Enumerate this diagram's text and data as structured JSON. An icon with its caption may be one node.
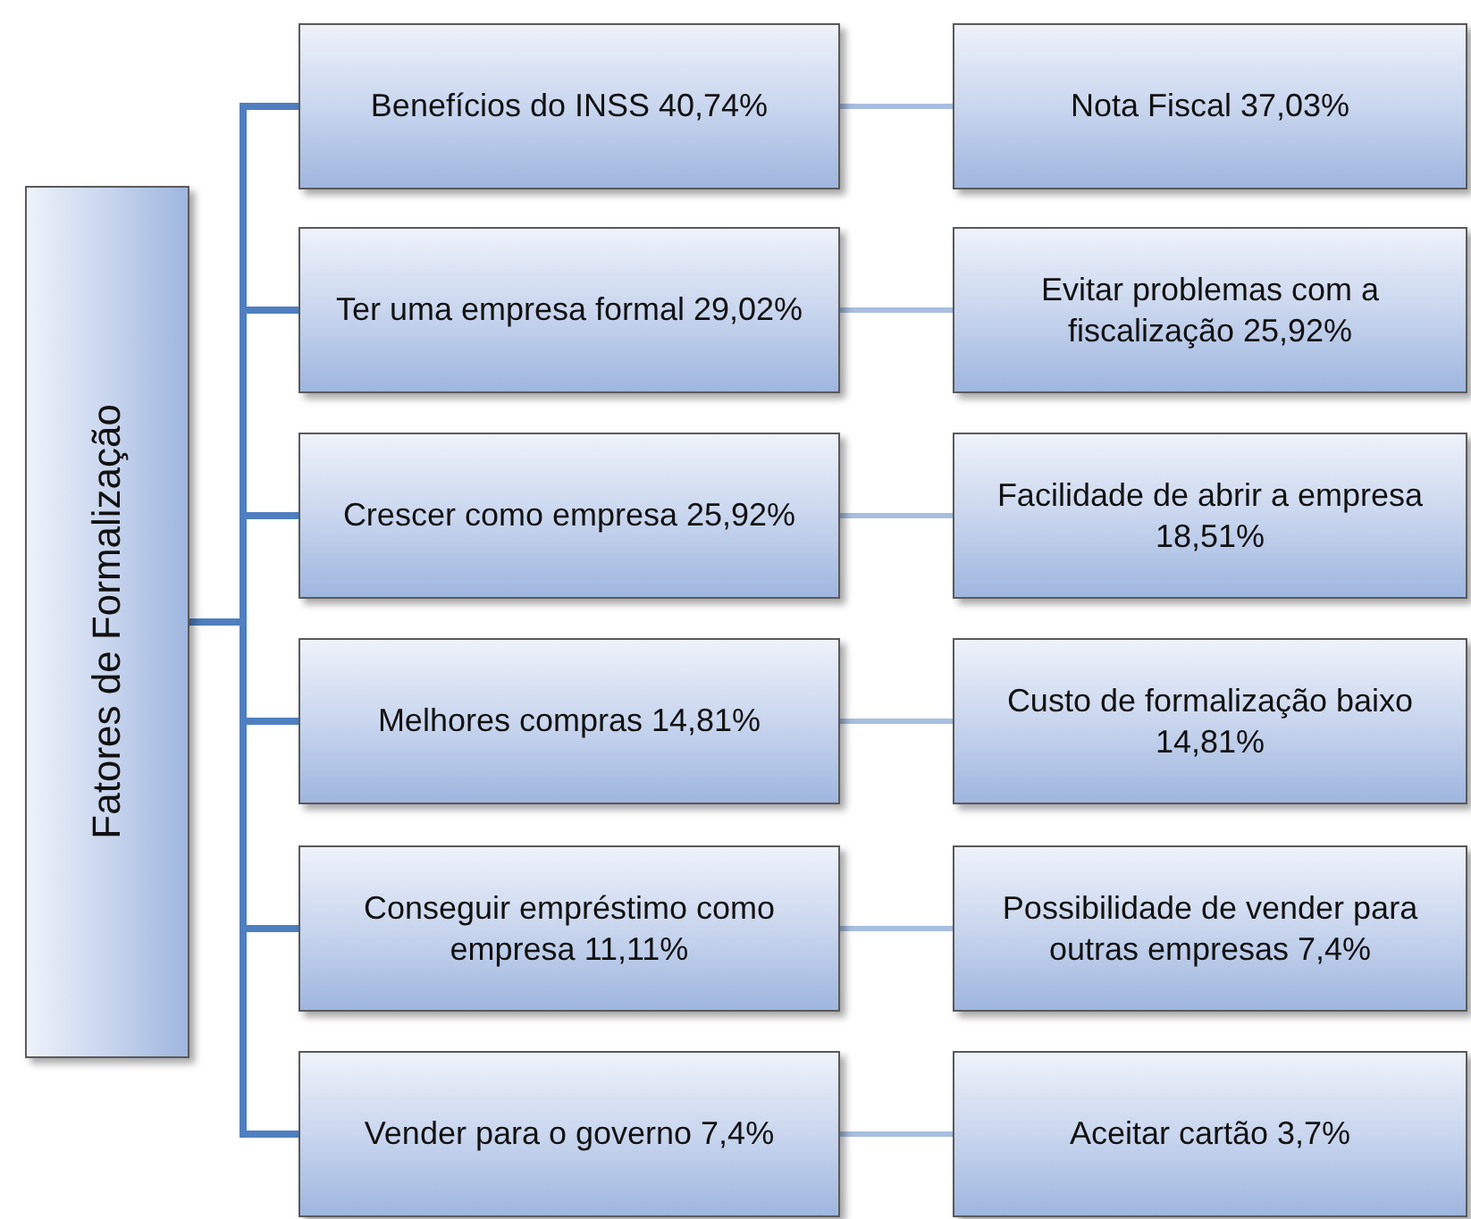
{
  "diagram": {
    "nodes": [
      {
        "text": [
          "Fatores de Formalização"
        ]
      },
      {
        "text": [
          "Benefícios do INSS 40,74%"
        ]
      },
      {
        "text": [
          "Nota Fiscal 37,03%"
        ]
      },
      {
        "text": [
          "Ter uma empresa formal 29,02%"
        ]
      },
      {
        "text": [
          "Evitar problemas com a fiscalização 25,92%"
        ]
      },
      {
        "text": [
          "Crescer como empresa 25,92%"
        ]
      },
      {
        "text": [
          "Facilidade de abrir a empresa 18,51%"
        ]
      },
      {
        "text": [
          "Melhores compras 14,81%"
        ]
      },
      {
        "text": [
          "Custo de formalização baixo 14,81%"
        ]
      },
      {
        "text": [
          "Conseguir empréstimo como empresa 11,11%"
        ]
      },
      {
        "text": [
          "Possibilidade de vender para outras empresas 7,4%"
        ]
      },
      {
        "text": [
          "Vender para o governo 7,4%"
        ]
      },
      {
        "text": [
          "Aceitar cartão 3,7%"
        ]
      }
    ],
    "edges": [
      {
        "from": 0,
        "to": 1,
        "arrow": "none"
      },
      {
        "from": 0,
        "to": 3,
        "arrow": "none"
      },
      {
        "from": 0,
        "to": 5,
        "arrow": "none"
      },
      {
        "from": 0,
        "to": 7,
        "arrow": "none"
      },
      {
        "from": 0,
        "to": 9,
        "arrow": "none"
      },
      {
        "from": 0,
        "to": 11,
        "arrow": "none"
      },
      {
        "from": 1,
        "to": 2,
        "arrow": "none",
        "color": "#a8bee0"
      },
      {
        "from": 3,
        "to": 4,
        "arrow": "none",
        "color": "#a8bee0"
      },
      {
        "from": 5,
        "to": 6,
        "arrow": "none",
        "color": "#a8bee0"
      },
      {
        "from": 7,
        "to": 8,
        "arrow": "none",
        "color": "#a8bee0"
      },
      {
        "from": 9,
        "to": 10,
        "arrow": "none",
        "color": "#a8bee0"
      },
      {
        "from": 11,
        "to": 12,
        "arrow": "none",
        "color": "#a8bee0"
      }
    ]
  }
}
